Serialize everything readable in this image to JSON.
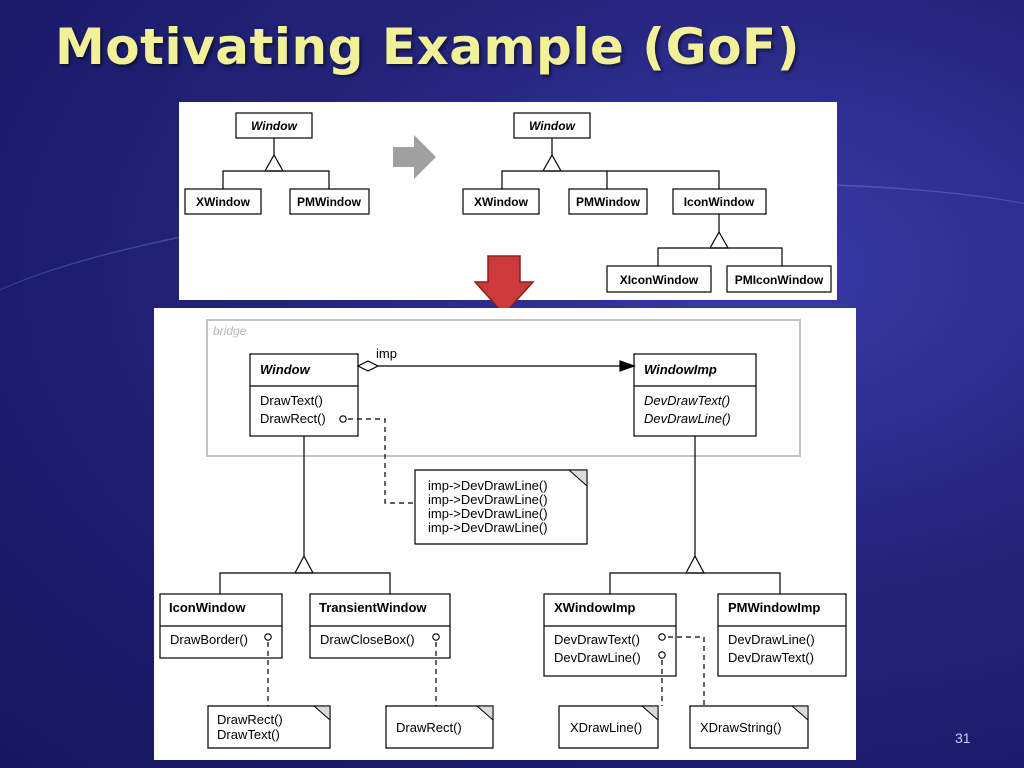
{
  "slide": {
    "title": "Motivating Example (GoF)",
    "number": "31"
  },
  "top_diagram": {
    "before": {
      "window": "Window",
      "xwindow": "XWindow",
      "pmwindow": "PMWindow"
    },
    "after": {
      "window": "Window",
      "xwindow": "XWindow",
      "pmwindow": "PMWindow",
      "iconwindow": "IconWindow",
      "xiconwindow": "XIconWindow",
      "pmiconwindow": "PMIconWindow"
    }
  },
  "bridge_diagram": {
    "bridge_label": "bridge",
    "imp_label": "imp",
    "window": {
      "name": "Window",
      "ops": [
        "DrawText()",
        "DrawRect()"
      ]
    },
    "windowimp": {
      "name": "WindowImp",
      "ops": [
        "DevDrawText()",
        "DevDrawLine()"
      ]
    },
    "note_drawrect": [
      "imp->DevDrawLine()",
      "imp->DevDrawLine()",
      "imp->DevDrawLine()",
      "imp->DevDrawLine()"
    ],
    "iconwindow": {
      "name": "IconWindow",
      "ops": [
        "DrawBorder()"
      ]
    },
    "transientwindow": {
      "name": "TransientWindow",
      "ops": [
        "DrawCloseBox()"
      ]
    },
    "xwindowimp": {
      "name": "XWindowImp",
      "ops": [
        "DevDrawText()",
        "DevDrawLine()"
      ]
    },
    "pmwindowimp": {
      "name": "PMWindowImp",
      "ops": [
        "DevDrawLine()",
        "DevDrawText()"
      ]
    },
    "note_drawborder": [
      "DrawRect()",
      "DrawText()"
    ],
    "note_drawclosebox": [
      "DrawRect()"
    ],
    "note_xdrawline": [
      "XDrawLine()"
    ],
    "note_xdrawstring": [
      "XDrawString()"
    ]
  },
  "colors": {
    "title": "#f3f09a",
    "down_arrow": "#cc3a3a",
    "right_arrow": "#a0a0a0"
  }
}
